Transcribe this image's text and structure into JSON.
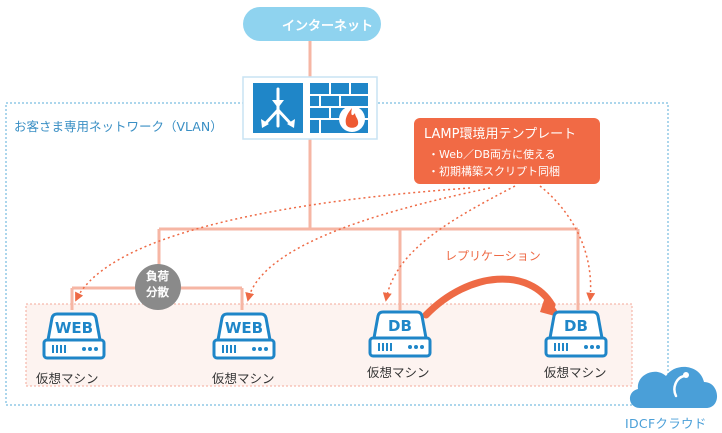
{
  "internet": {
    "label": "インターネット",
    "icon": "globe-icon"
  },
  "gateway": {
    "router_icon": "router-icon",
    "firewall_icon": "firewall-icon"
  },
  "network": {
    "vlan_label": "お客さま専用ネットワーク（VLAN）"
  },
  "template": {
    "title": "LAMP環境用テンプレート",
    "bullets": [
      "・Web／DB両方に使える",
      "・初期構築スクリプト同梱"
    ]
  },
  "load_balancer": {
    "line1": "負荷",
    "line2": "分散"
  },
  "replication": {
    "label": "レプリケーション"
  },
  "machines": [
    {
      "type": "WEB",
      "label": "仮想マシン"
    },
    {
      "type": "WEB",
      "label": "仮想マシン"
    },
    {
      "type": "DB",
      "label": "仮想マシン"
    },
    {
      "type": "DB",
      "label": "仮想マシン"
    }
  ],
  "brand": {
    "name": "IDCFクラウド",
    "icon": "cloud-logo-icon"
  },
  "colors": {
    "internet_pill": "#8fd3ef",
    "network_border": "#5aaed8",
    "line": "#f6b6a4",
    "template_box": "#f16a45",
    "server_blue": "#1f86c8",
    "machine_area_fill": "#fdf3f0",
    "load_balancer": "#8a8a8a"
  }
}
